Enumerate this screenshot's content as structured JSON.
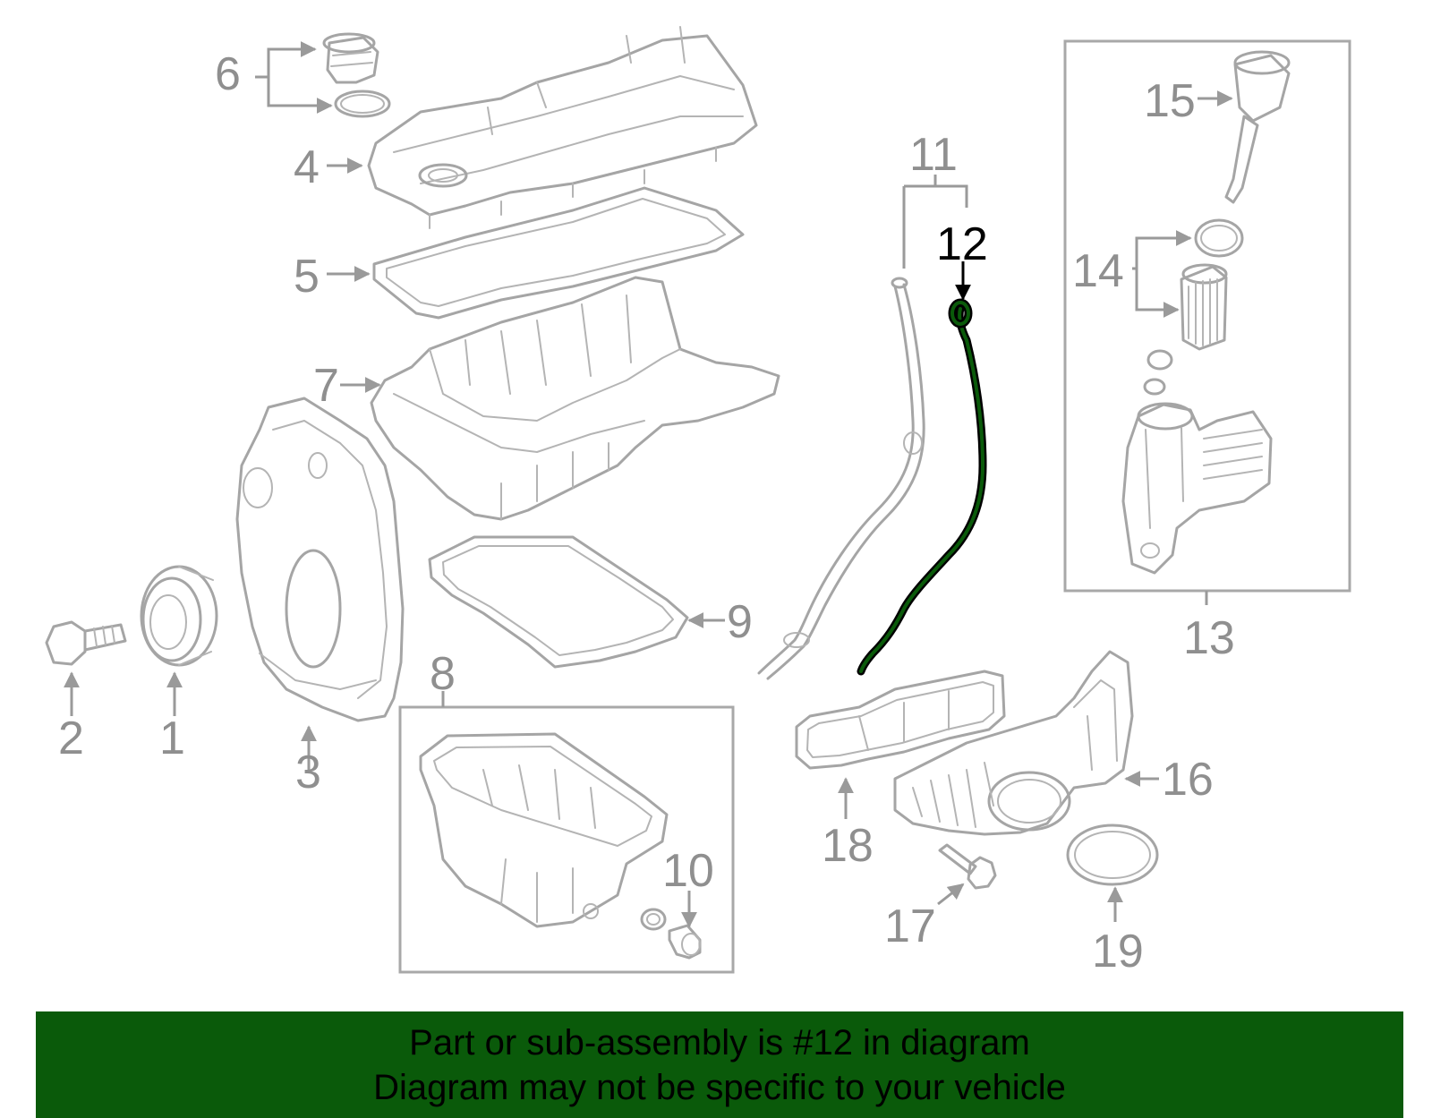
{
  "diagram": {
    "highlighted_part": "12",
    "highlight_color": "#0a5a0a",
    "callouts": {
      "c1": "1",
      "c2": "2",
      "c3": "3",
      "c4": "4",
      "c5": "5",
      "c6": "6",
      "c7": "7",
      "c8": "8",
      "c9": "9",
      "c10": "10",
      "c11": "11",
      "c12": "12",
      "c13": "13",
      "c14": "14",
      "c15": "15",
      "c16": "16",
      "c17": "17",
      "c18": "18",
      "c19": "19"
    }
  },
  "banner": {
    "background": "#0a5a0a",
    "line1": "Part or sub-assembly is #12 in diagram",
    "line2": "Diagram may not be specific to your vehicle"
  }
}
